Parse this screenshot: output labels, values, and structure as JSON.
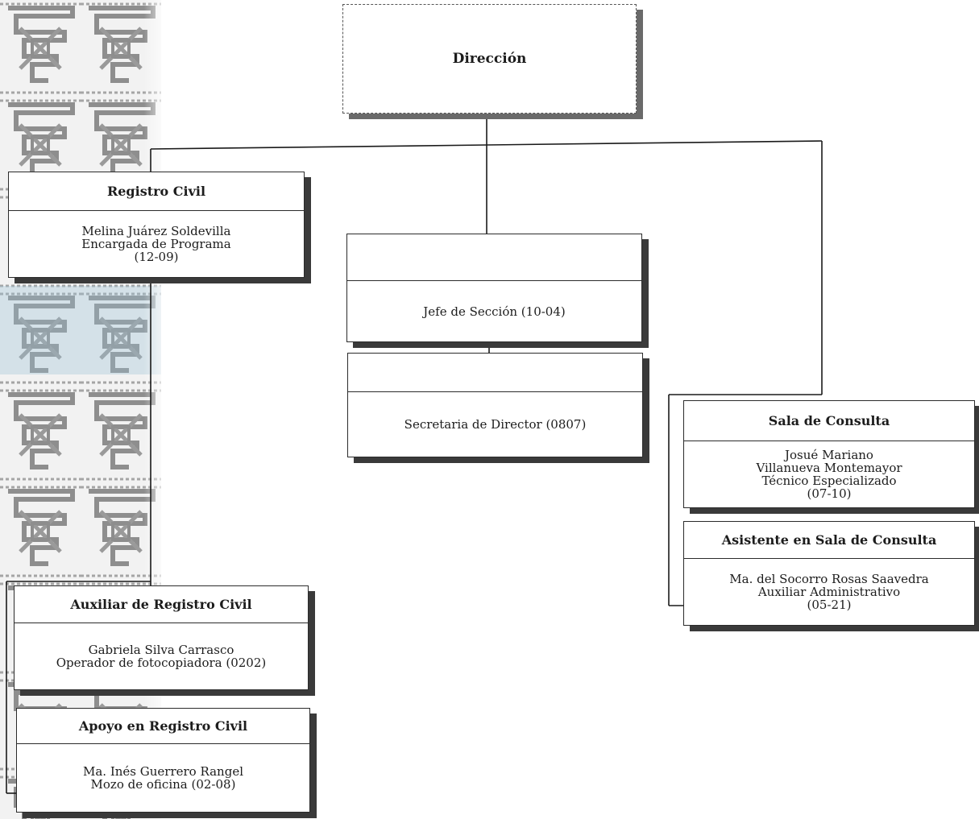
{
  "boxes": {
    "direccion": {
      "title": "Dirección"
    },
    "registro_civil": {
      "title": "Registro Civil",
      "lines": [
        "Melina Juárez Soldevilla",
        "Encargada de Programa",
        "(12-09)"
      ]
    },
    "jefe_seccion": {
      "title": "",
      "lines": [
        "Jefe de Sección (10-04)"
      ]
    },
    "secretaria": {
      "title": "",
      "lines": [
        "Secretaria de Director (0807)"
      ]
    },
    "sala_consulta": {
      "title": "Sala de Consulta",
      "lines": [
        "Josué Mariano",
        "Villanueva Montemayor",
        "Técnico Especializado",
        "(07-10)"
      ]
    },
    "asistente_sala": {
      "title": "Asistente en Sala de Consulta",
      "lines": [
        "Ma. del Socorro Rosas Saavedra",
        "Auxiliar Administrativo",
        "(05-21)"
      ]
    },
    "auxiliar_registro": {
      "title": "Auxiliar de Registro Civil",
      "lines": [
        "Gabriela Silva Carrasco",
        "Operador de fotocopiadora (0202)"
      ]
    },
    "apoyo_registro": {
      "title": "Apoyo en Registro Civil",
      "lines": [
        "Ma. Inés Guerrero Rangel",
        "Mozo de oficina (02-08)"
      ]
    }
  },
  "colors": {
    "line": "#1a1a1a",
    "shadow": "#3a3a3a",
    "pattern": "#8e8e8e",
    "pattern_accent": "#9fc3d6"
  }
}
